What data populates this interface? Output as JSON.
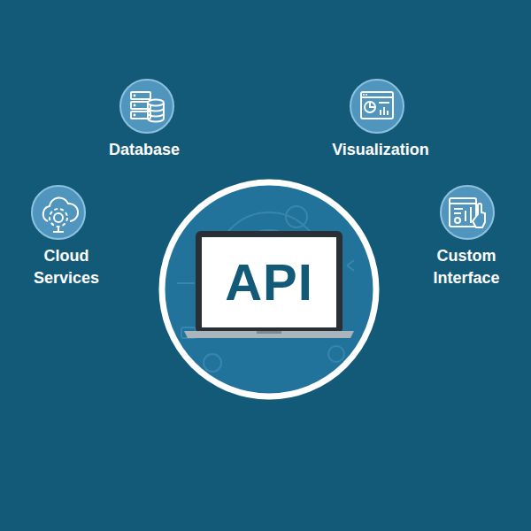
{
  "diagram": {
    "nodes": [
      {
        "text": [
          "Database"
        ]
      },
      {
        "text": [
          "Visualization"
        ]
      },
      {
        "text": [
          "Cloud Services"
        ]
      },
      {
        "text": [
          "Custom Interface"
        ]
      },
      {
        "text": [
          "API"
        ]
      }
    ]
  }
}
